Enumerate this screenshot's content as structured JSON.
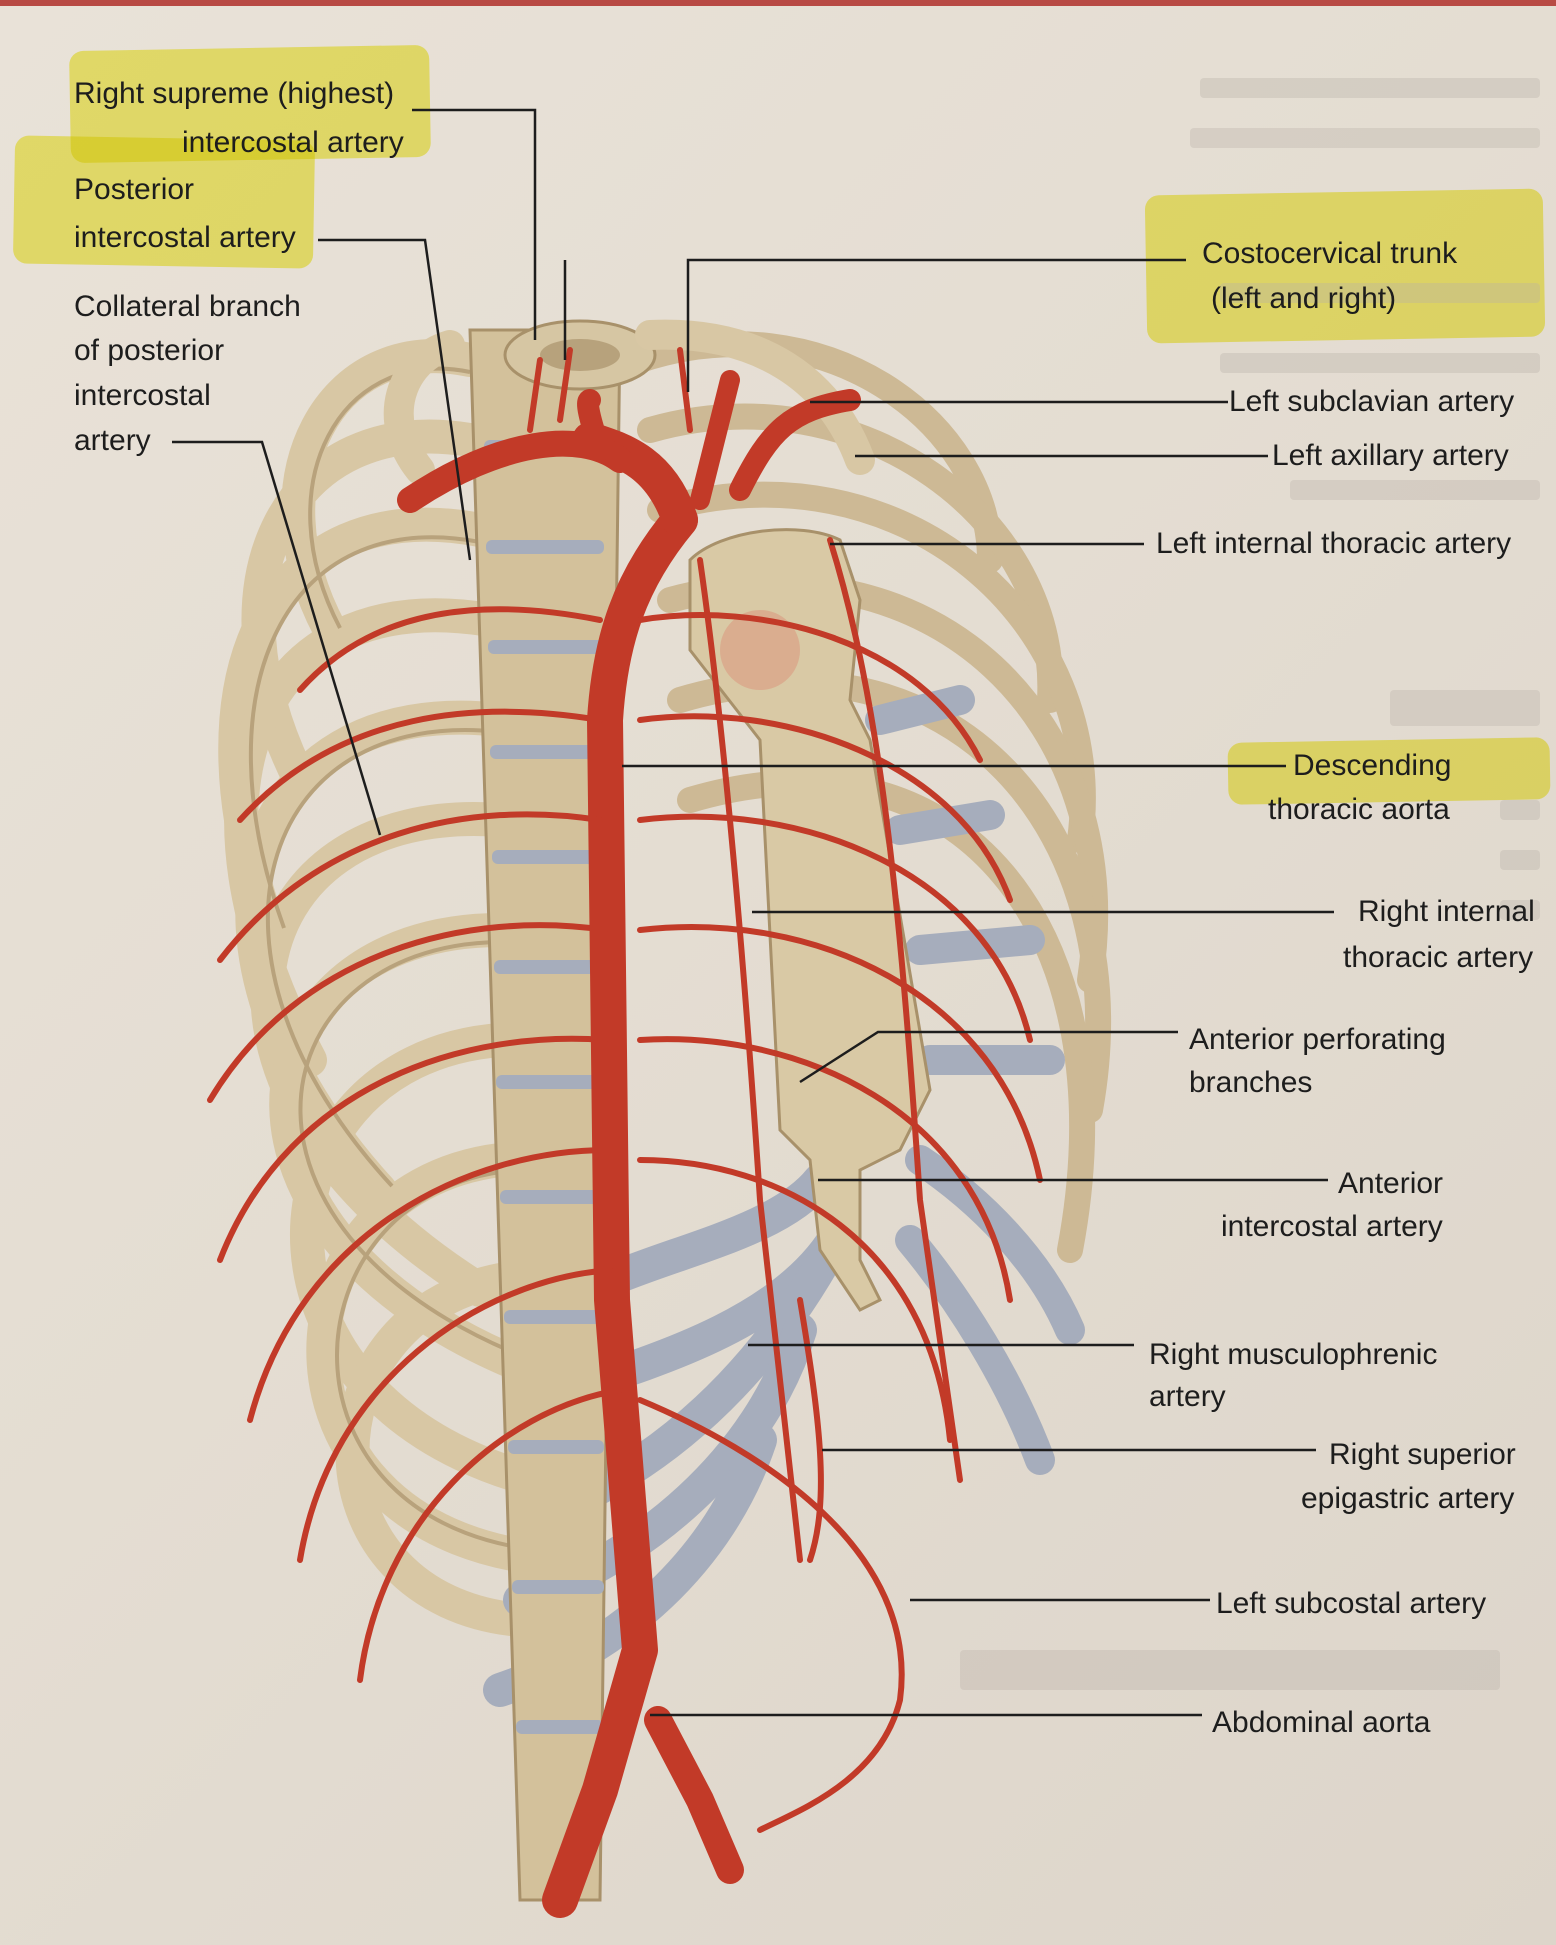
{
  "colors": {
    "artery": "#c23a28",
    "bone": "#d8c7a4",
    "cartilage": "#a6adbc",
    "highlight": "#f4f25c",
    "leader": "#1d1d1d"
  },
  "labels": {
    "right_supreme_1": "Right supreme (highest)",
    "right_supreme_2": "intercostal artery",
    "posterior_1": "Posterior",
    "posterior_2": "intercostal artery",
    "collateral_1": "Collateral branch",
    "collateral_2": "of posterior",
    "collateral_3": "intercostal",
    "collateral_4": "artery",
    "costocervical_1": "Costocervical trunk",
    "costocervical_2": "(left and right)",
    "left_subclavian": "Left subclavian artery",
    "left_axillary": "Left axillary artery",
    "left_internal_thoracic": "Left internal thoracic artery",
    "descending_1": "Descending",
    "descending_2": "thoracic aorta",
    "right_internal_1": "Right internal",
    "right_internal_2": "thoracic artery",
    "anterior_perf_1": "Anterior perforating",
    "anterior_perf_2": "branches",
    "anterior_ic_1": "Anterior",
    "anterior_ic_2": "intercostal artery",
    "musculophrenic_1": "Right musculophrenic",
    "musculophrenic_2": "artery",
    "superior_epi_1": "Right superior",
    "superior_epi_2": "epigastric artery",
    "left_subcostal": "Left subcostal artery",
    "abdominal_aorta": "Abdominal aorta"
  }
}
